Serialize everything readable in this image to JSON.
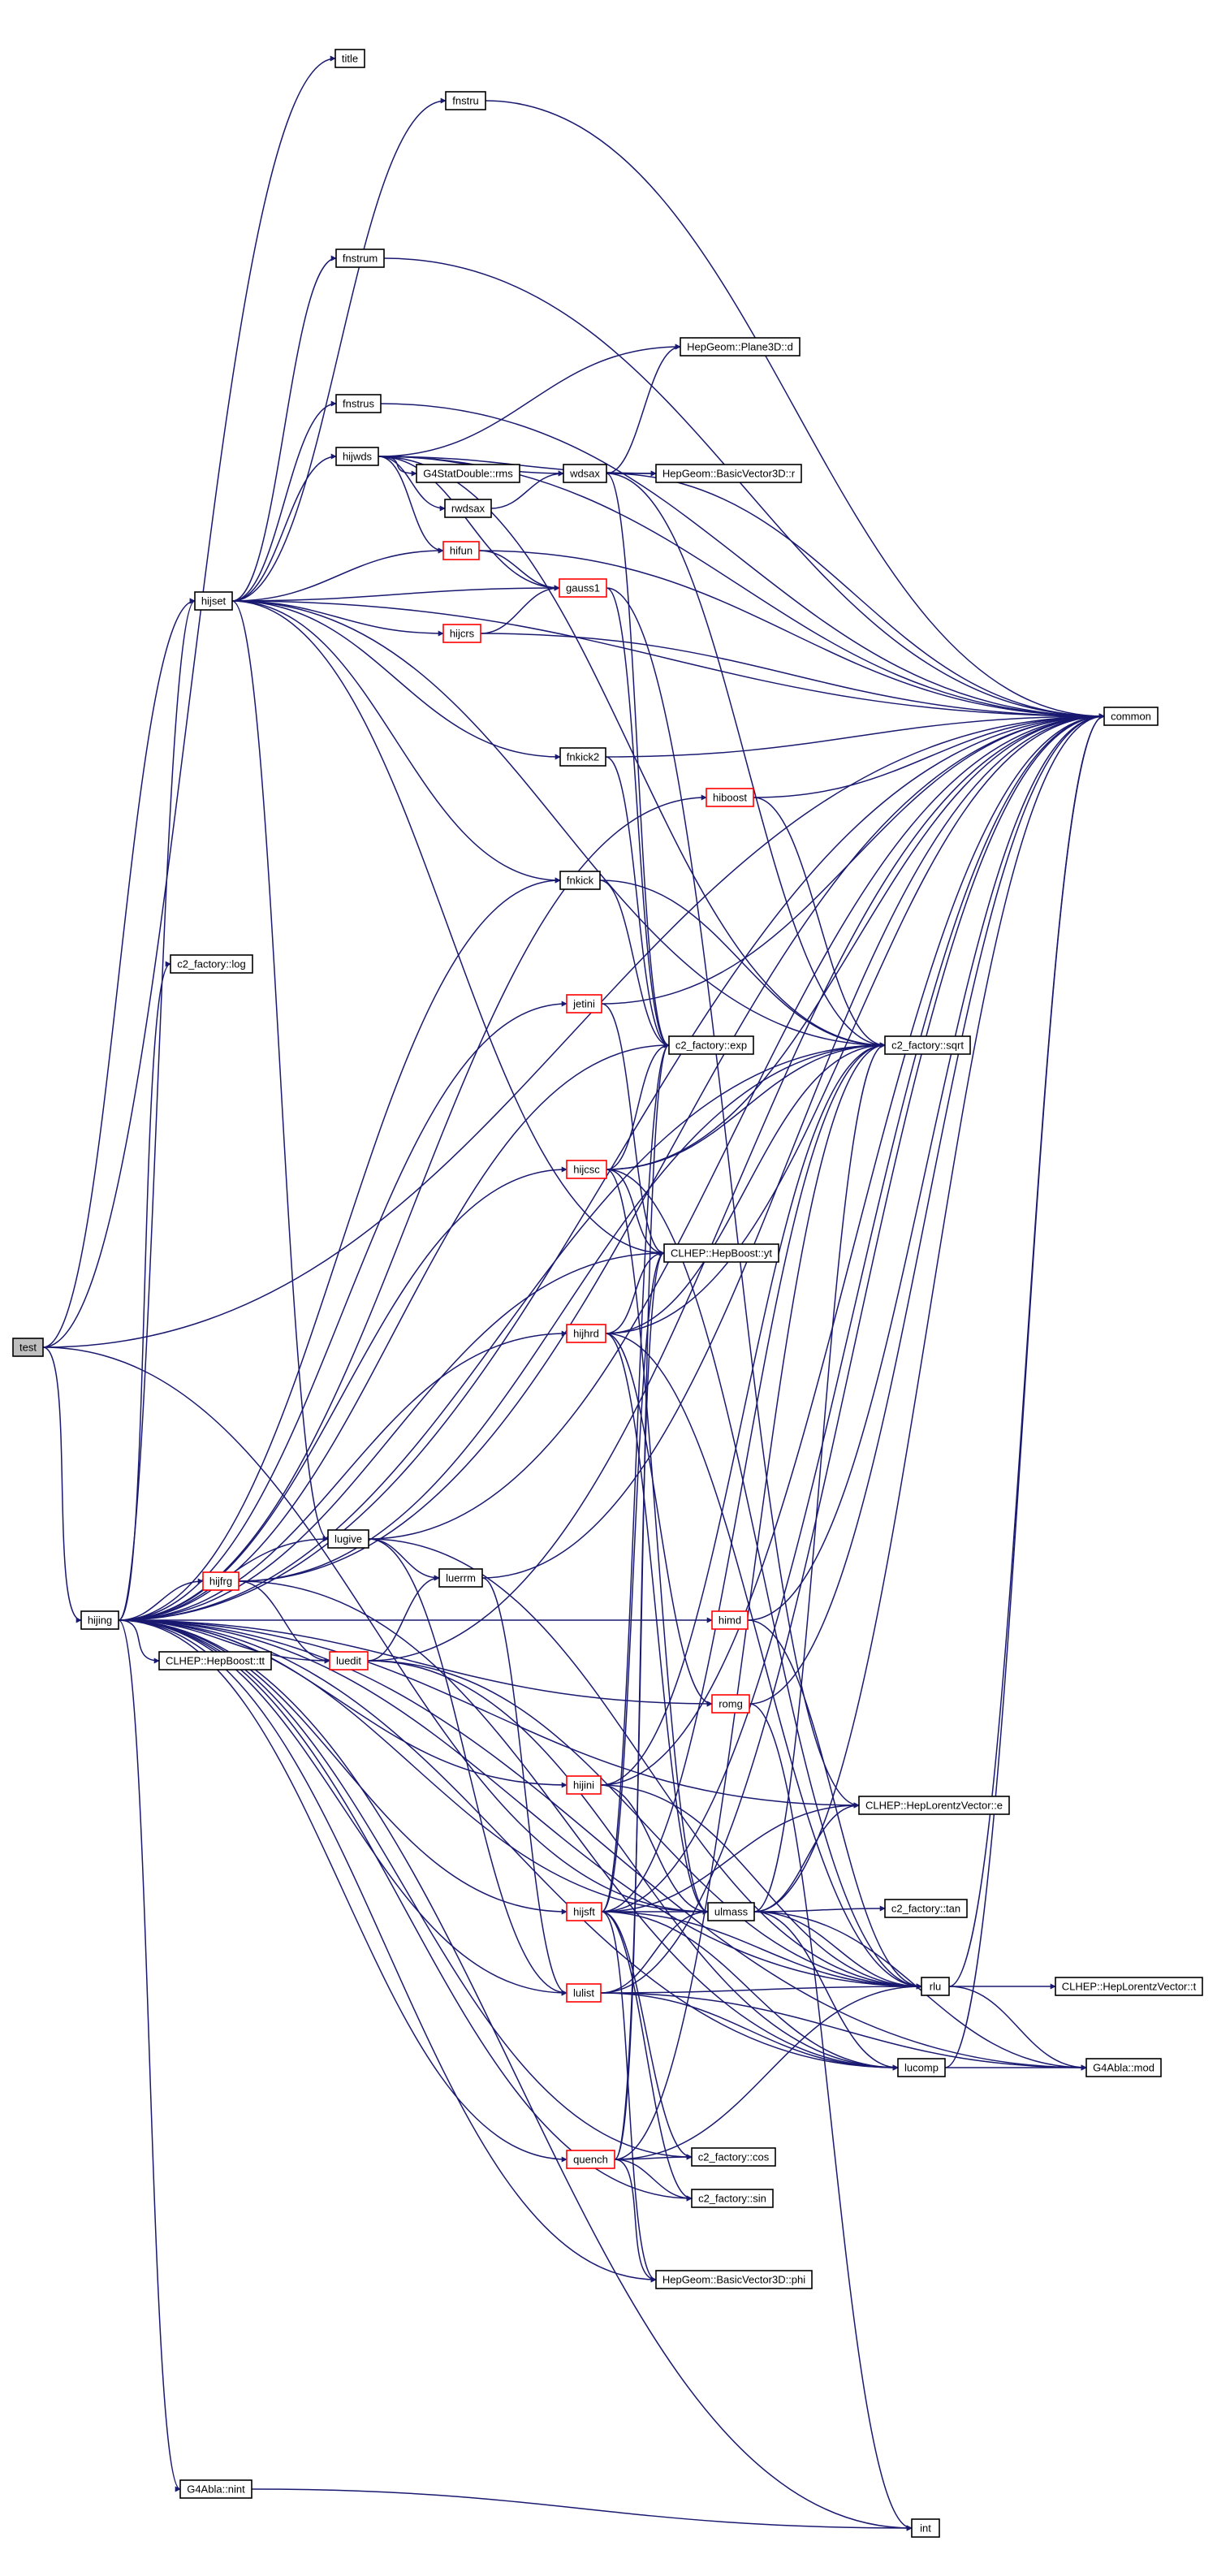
{
  "diagram": {
    "colors": {
      "edge": "#191970",
      "node_border": "#000000",
      "node_border_truncated": "#ff0000",
      "node_fill": "#ffffff",
      "root_fill": "#bfbfbf"
    },
    "nodes": [
      {
        "id": "test",
        "label": "test",
        "root": true
      },
      {
        "id": "title",
        "label": "title"
      },
      {
        "id": "fnstru",
        "label": "fnstru"
      },
      {
        "id": "fnstrum",
        "label": "fnstrum"
      },
      {
        "id": "fnstrus",
        "label": "fnstrus"
      },
      {
        "id": "hijwds",
        "label": "hijwds"
      },
      {
        "id": "g4statdouble_rms",
        "label": "G4StatDouble::rms"
      },
      {
        "id": "wdsax",
        "label": "wdsax"
      },
      {
        "id": "rwdsax",
        "label": "rwdsax"
      },
      {
        "id": "plane3d_d",
        "label": "HepGeom::Plane3D::d"
      },
      {
        "id": "basicvector3d_r",
        "label": "HepGeom::BasicVector3D::r"
      },
      {
        "id": "hifun",
        "label": "hifun",
        "truncated": true
      },
      {
        "id": "hijset",
        "label": "hijset"
      },
      {
        "id": "gauss1",
        "label": "gauss1",
        "truncated": true
      },
      {
        "id": "hijcrs",
        "label": "hijcrs",
        "truncated": true
      },
      {
        "id": "common",
        "label": "common"
      },
      {
        "id": "fnkick2",
        "label": "fnkick2"
      },
      {
        "id": "hiboost",
        "label": "hiboost",
        "truncated": true
      },
      {
        "id": "fnkick",
        "label": "fnkick"
      },
      {
        "id": "c2_log",
        "label": "c2_factory::log"
      },
      {
        "id": "jetini",
        "label": "jetini",
        "truncated": true
      },
      {
        "id": "c2_exp",
        "label": "c2_factory::exp"
      },
      {
        "id": "c2_sqrt",
        "label": "c2_factory::sqrt"
      },
      {
        "id": "hijcsc",
        "label": "hijcsc",
        "truncated": true
      },
      {
        "id": "hepboost_yt",
        "label": "CLHEP::HepBoost::yt"
      },
      {
        "id": "hijhrd",
        "label": "hijhrd",
        "truncated": true
      },
      {
        "id": "lugive",
        "label": "lugive"
      },
      {
        "id": "luerrm",
        "label": "luerrm"
      },
      {
        "id": "hijfrg",
        "label": "hijfrg",
        "truncated": true
      },
      {
        "id": "hijing",
        "label": "hijing"
      },
      {
        "id": "himd",
        "label": "himd",
        "truncated": true
      },
      {
        "id": "luedit",
        "label": "luedit",
        "truncated": true
      },
      {
        "id": "hepboost_tt",
        "label": "CLHEP::HepBoost::tt"
      },
      {
        "id": "romg",
        "label": "romg",
        "truncated": true
      },
      {
        "id": "hijini",
        "label": "hijini",
        "truncated": true
      },
      {
        "id": "lorentz_e",
        "label": "CLHEP::HepLorentzVector::e"
      },
      {
        "id": "hijsft",
        "label": "hijsft",
        "truncated": true
      },
      {
        "id": "ulmass",
        "label": "ulmass"
      },
      {
        "id": "c2_tan",
        "label": "c2_factory::tan"
      },
      {
        "id": "rlu",
        "label": "rlu"
      },
      {
        "id": "lorentz_t",
        "label": "CLHEP::HepLorentzVector::t"
      },
      {
        "id": "lulist",
        "label": "lulist",
        "truncated": true
      },
      {
        "id": "lucomp",
        "label": "lucomp"
      },
      {
        "id": "g4abla_mod",
        "label": "G4Abla::mod"
      },
      {
        "id": "quench",
        "label": "quench",
        "truncated": true
      },
      {
        "id": "c2_cos",
        "label": "c2_factory::cos"
      },
      {
        "id": "c2_sin",
        "label": "c2_factory::sin"
      },
      {
        "id": "basicvector3d_phi",
        "label": "HepGeom::BasicVector3D::phi"
      },
      {
        "id": "g4abla_nint",
        "label": "G4Abla::nint"
      },
      {
        "id": "int",
        "label": "int"
      }
    ],
    "edges": [
      [
        "test",
        "common"
      ],
      [
        "test",
        "title"
      ],
      [
        "test",
        "hijset"
      ],
      [
        "test",
        "hijing"
      ],
      [
        "test",
        "ulmass"
      ],
      [
        "hijset",
        "fnstru"
      ],
      [
        "hijset",
        "fnstrum"
      ],
      [
        "hijset",
        "fnstrus"
      ],
      [
        "hijset",
        "hijwds"
      ],
      [
        "hijset",
        "hifun"
      ],
      [
        "hijset",
        "gauss1"
      ],
      [
        "hijset",
        "hijcrs"
      ],
      [
        "hijset",
        "fnkick2"
      ],
      [
        "hijset",
        "fnkick"
      ],
      [
        "hijset",
        "lugive"
      ],
      [
        "hijset",
        "hepboost_yt"
      ],
      [
        "hijset",
        "c2_sqrt"
      ],
      [
        "hijset",
        "common"
      ],
      [
        "fnstru",
        "common"
      ],
      [
        "fnstrum",
        "common"
      ],
      [
        "fnstrus",
        "common"
      ],
      [
        "hijwds",
        "g4statdouble_rms"
      ],
      [
        "hijwds",
        "wdsax"
      ],
      [
        "hijwds",
        "rwdsax"
      ],
      [
        "hijwds",
        "plane3d_d"
      ],
      [
        "hijwds",
        "basicvector3d_r"
      ],
      [
        "hijwds",
        "hifun"
      ],
      [
        "hijwds",
        "gauss1"
      ],
      [
        "hijwds",
        "common"
      ],
      [
        "hijwds",
        "c2_sqrt"
      ],
      [
        "rwdsax",
        "wdsax"
      ],
      [
        "wdsax",
        "plane3d_d"
      ],
      [
        "wdsax",
        "basicvector3d_r"
      ],
      [
        "wdsax",
        "common"
      ],
      [
        "wdsax",
        "c2_sqrt"
      ],
      [
        "wdsax",
        "c2_exp"
      ],
      [
        "hifun",
        "gauss1"
      ],
      [
        "hifun",
        "common"
      ],
      [
        "hijcrs",
        "gauss1"
      ],
      [
        "hijcrs",
        "common"
      ],
      [
        "gauss1",
        "c2_exp"
      ],
      [
        "gauss1",
        "lorentz_e"
      ],
      [
        "fnkick2",
        "c2_exp"
      ],
      [
        "fnkick2",
        "common"
      ],
      [
        "fnkick",
        "c2_exp"
      ],
      [
        "fnkick",
        "c2_sqrt"
      ],
      [
        "hiboost",
        "common"
      ],
      [
        "hiboost",
        "c2_sqrt"
      ],
      [
        "jetini",
        "hepboost_yt"
      ],
      [
        "jetini",
        "common"
      ],
      [
        "hijcsc",
        "c2_exp"
      ],
      [
        "hijcsc",
        "c2_sqrt"
      ],
      [
        "hijcsc",
        "hepboost_yt"
      ],
      [
        "hijcsc",
        "common"
      ],
      [
        "hijcsc",
        "rlu"
      ],
      [
        "hijcsc",
        "ulmass"
      ],
      [
        "hijhrd",
        "hepboost_yt"
      ],
      [
        "hijhrd",
        "c2_sqrt"
      ],
      [
        "hijhrd",
        "common"
      ],
      [
        "hijhrd",
        "romg"
      ],
      [
        "hijhrd",
        "rlu"
      ],
      [
        "hijhrd",
        "ulmass"
      ],
      [
        "lugive",
        "luerrm"
      ],
      [
        "lugive",
        "common"
      ],
      [
        "lugive",
        "lulist"
      ],
      [
        "lugive",
        "rlu"
      ],
      [
        "luerrm",
        "common"
      ],
      [
        "luerrm",
        "lulist"
      ],
      [
        "hijfrg",
        "luedit"
      ],
      [
        "hijfrg",
        "common"
      ],
      [
        "hijfrg",
        "c2_sqrt"
      ],
      [
        "hijfrg",
        "lucomp"
      ],
      [
        "luedit",
        "luerrm"
      ],
      [
        "luedit",
        "common"
      ],
      [
        "luedit",
        "rlu"
      ],
      [
        "luedit",
        "lucomp"
      ],
      [
        "himd",
        "common"
      ],
      [
        "himd",
        "rlu"
      ],
      [
        "romg",
        "common"
      ],
      [
        "romg",
        "int"
      ],
      [
        "hijini",
        "common"
      ],
      [
        "hijini",
        "ulmass"
      ],
      [
        "hijini",
        "rlu"
      ],
      [
        "hijini",
        "c2_sqrt"
      ],
      [
        "hijsft",
        "ulmass"
      ],
      [
        "hijsft",
        "rlu"
      ],
      [
        "hijsft",
        "lucomp"
      ],
      [
        "hijsft",
        "c2_cos"
      ],
      [
        "hijsft",
        "c2_sin"
      ],
      [
        "hijsft",
        "c2_sqrt"
      ],
      [
        "hijsft",
        "common"
      ],
      [
        "hijsft",
        "lorentz_e"
      ],
      [
        "hijsft",
        "c2_exp"
      ],
      [
        "hijsft",
        "hepboost_yt"
      ],
      [
        "hijsft",
        "basicvector3d_phi"
      ],
      [
        "ulmass",
        "lorentz_e"
      ],
      [
        "ulmass",
        "c2_tan"
      ],
      [
        "ulmass",
        "rlu"
      ],
      [
        "ulmass",
        "lucomp"
      ],
      [
        "ulmass",
        "g4abla_mod"
      ],
      [
        "ulmass",
        "common"
      ],
      [
        "ulmass",
        "c2_sqrt"
      ],
      [
        "lulist",
        "ulmass"
      ],
      [
        "lulist",
        "lucomp"
      ],
      [
        "lulist",
        "g4abla_mod"
      ],
      [
        "lulist",
        "common"
      ],
      [
        "lulist",
        "rlu"
      ],
      [
        "rlu",
        "lorentz_t"
      ],
      [
        "rlu",
        "g4abla_mod"
      ],
      [
        "rlu",
        "common"
      ],
      [
        "lucomp",
        "g4abla_mod"
      ],
      [
        "lucomp",
        "common"
      ],
      [
        "quench",
        "c2_cos"
      ],
      [
        "quench",
        "c2_sin"
      ],
      [
        "quench",
        "basicvector3d_phi"
      ],
      [
        "quench",
        "rlu"
      ],
      [
        "quench",
        "c2_sqrt"
      ],
      [
        "quench",
        "hepboost_yt"
      ],
      [
        "quench",
        "c2_exp"
      ],
      [
        "g4abla_nint",
        "int"
      ],
      [
        "hijing",
        "hijset"
      ],
      [
        "hijing",
        "c2_log"
      ],
      [
        "hijing",
        "jetini"
      ],
      [
        "hijing",
        "c2_exp"
      ],
      [
        "hijing",
        "c2_sqrt"
      ],
      [
        "hijing",
        "hijcsc"
      ],
      [
        "hijing",
        "hepboost_yt"
      ],
      [
        "hijing",
        "hijhrd"
      ],
      [
        "hijing",
        "lugive"
      ],
      [
        "hijing",
        "hijfrg"
      ],
      [
        "hijing",
        "himd"
      ],
      [
        "hijing",
        "luedit"
      ],
      [
        "hijing",
        "hepboost_tt"
      ],
      [
        "hijing",
        "romg"
      ],
      [
        "hijing",
        "hijini"
      ],
      [
        "hijing",
        "lorentz_e"
      ],
      [
        "hijing",
        "hijsft"
      ],
      [
        "hijing",
        "lulist"
      ],
      [
        "hijing",
        "lucomp"
      ],
      [
        "hijing",
        "quench"
      ],
      [
        "hijing",
        "c2_cos"
      ],
      [
        "hijing",
        "c2_sin"
      ],
      [
        "hijing",
        "basicvector3d_phi"
      ],
      [
        "hijing",
        "g4abla_mod"
      ],
      [
        "hijing",
        "g4abla_nint"
      ],
      [
        "hijing",
        "int"
      ],
      [
        "hijing",
        "common"
      ],
      [
        "hijing",
        "hiboost"
      ],
      [
        "hijing",
        "rlu"
      ],
      [
        "hijing",
        "ulmass"
      ],
      [
        "hijing",
        "fnkick"
      ]
    ]
  }
}
